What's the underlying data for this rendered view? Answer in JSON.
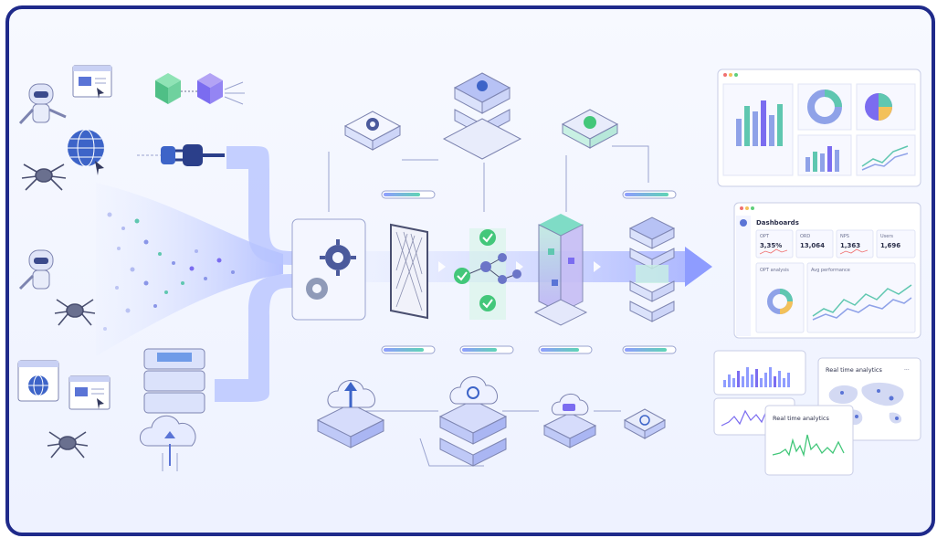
{
  "dashboard": {
    "title": "Dashboards",
    "kpis": [
      {
        "label": "OPT",
        "value": "3,35%"
      },
      {
        "label": "ORD",
        "value": "13,064"
      },
      {
        "label": "NPS",
        "value": "1,363"
      },
      {
        "label": "Users",
        "value": "1,696"
      }
    ],
    "panel_left_label": "OPT analysis",
    "panel_right_label": "Avg performance"
  },
  "analytics": {
    "card_a_title": "Real time analytics",
    "card_b_title": "Real time analytics",
    "menu_glyph": "···"
  },
  "colors": {
    "frame": "#1f2a8a",
    "flow": "#a9b6ff",
    "accent": "#7b6cf0",
    "teal": "#4fc3a1",
    "green": "#43c77a"
  },
  "icons": [
    "robot-icon",
    "spider-icon",
    "globe-icon",
    "browser-window-icon",
    "plug-icon",
    "cube-icon",
    "gear-icon",
    "filter-mesh-icon",
    "check-icon",
    "network-node-icon",
    "server-stack-icon",
    "cloud-upload-icon",
    "cloud-sync-icon",
    "database-icon"
  ]
}
